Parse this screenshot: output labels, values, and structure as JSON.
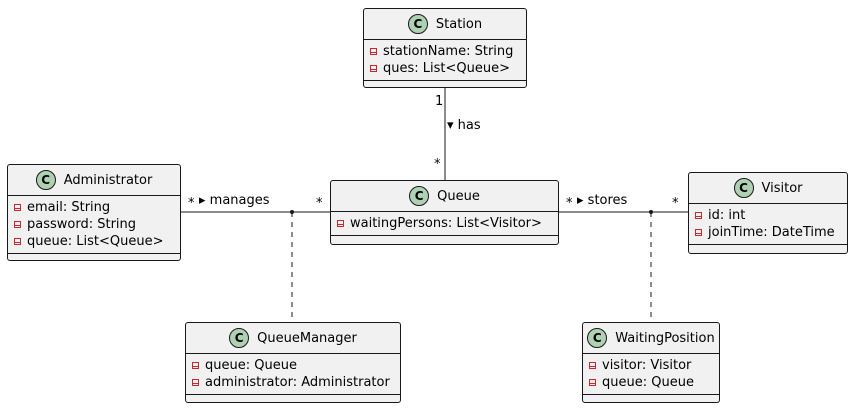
{
  "classes": {
    "station": {
      "icon": "C",
      "name": "Station",
      "attributes": [
        "stationName: String",
        "ques: List<Queue>"
      ]
    },
    "administrator": {
      "icon": "C",
      "name": "Administrator",
      "attributes": [
        "email: String",
        "password: String",
        "queue: List<Queue>"
      ]
    },
    "queue": {
      "icon": "C",
      "name": "Queue",
      "attributes": [
        "waitingPersons: List<Visitor>"
      ]
    },
    "visitor": {
      "icon": "C",
      "name": "Visitor",
      "attributes": [
        "id: int",
        "joinTime: DateTime"
      ]
    },
    "queuemanager": {
      "icon": "C",
      "name": "QueueManager",
      "attributes": [
        "queue: Queue",
        "administrator: Administrator"
      ]
    },
    "waitingposition": {
      "icon": "C",
      "name": "WaitingPosition",
      "attributes": [
        "visitor: Visitor",
        "queue: Queue"
      ]
    }
  },
  "associations": {
    "has": {
      "label": "has",
      "arrow": "▾",
      "from_mult": "1",
      "to_mult": "*"
    },
    "manages": {
      "label": "manages",
      "arrow": "▸",
      "from_mult": "*",
      "to_mult": "*"
    },
    "stores": {
      "label": "stores",
      "arrow": "▸",
      "from_mult": "*",
      "to_mult": "*"
    }
  },
  "colors": {
    "class_fill": "#f1f1f1",
    "border": "#181818",
    "circle": "#add1b2",
    "private_marker": "#c82930"
  }
}
